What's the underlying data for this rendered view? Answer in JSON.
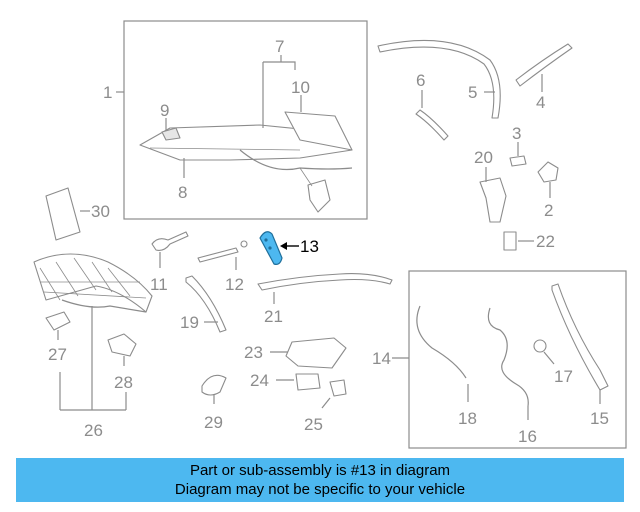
{
  "callouts": {
    "c1": "1",
    "c2": "2",
    "c3": "3",
    "c4": "4",
    "c5": "5",
    "c6": "6",
    "c7": "7",
    "c8": "8",
    "c9": "9",
    "c10": "10",
    "c11": "11",
    "c12": "12",
    "c13": "13",
    "c14": "14",
    "c15": "15",
    "c16": "16",
    "c17": "17",
    "c18": "18",
    "c19": "19",
    "c20": "20",
    "c21": "21",
    "c22": "22",
    "c23": "23",
    "c24": "24",
    "c25": "25",
    "c26": "26",
    "c27": "27",
    "c28": "28",
    "c29": "29",
    "c30": "30"
  },
  "highlight": {
    "part_number": "13",
    "color": "#4db8f0"
  },
  "banner": {
    "line1": "Part or sub-assembly is #13 in diagram",
    "line2": "Diagram may not be specific to your vehicle",
    "background": "#4db8f0"
  }
}
